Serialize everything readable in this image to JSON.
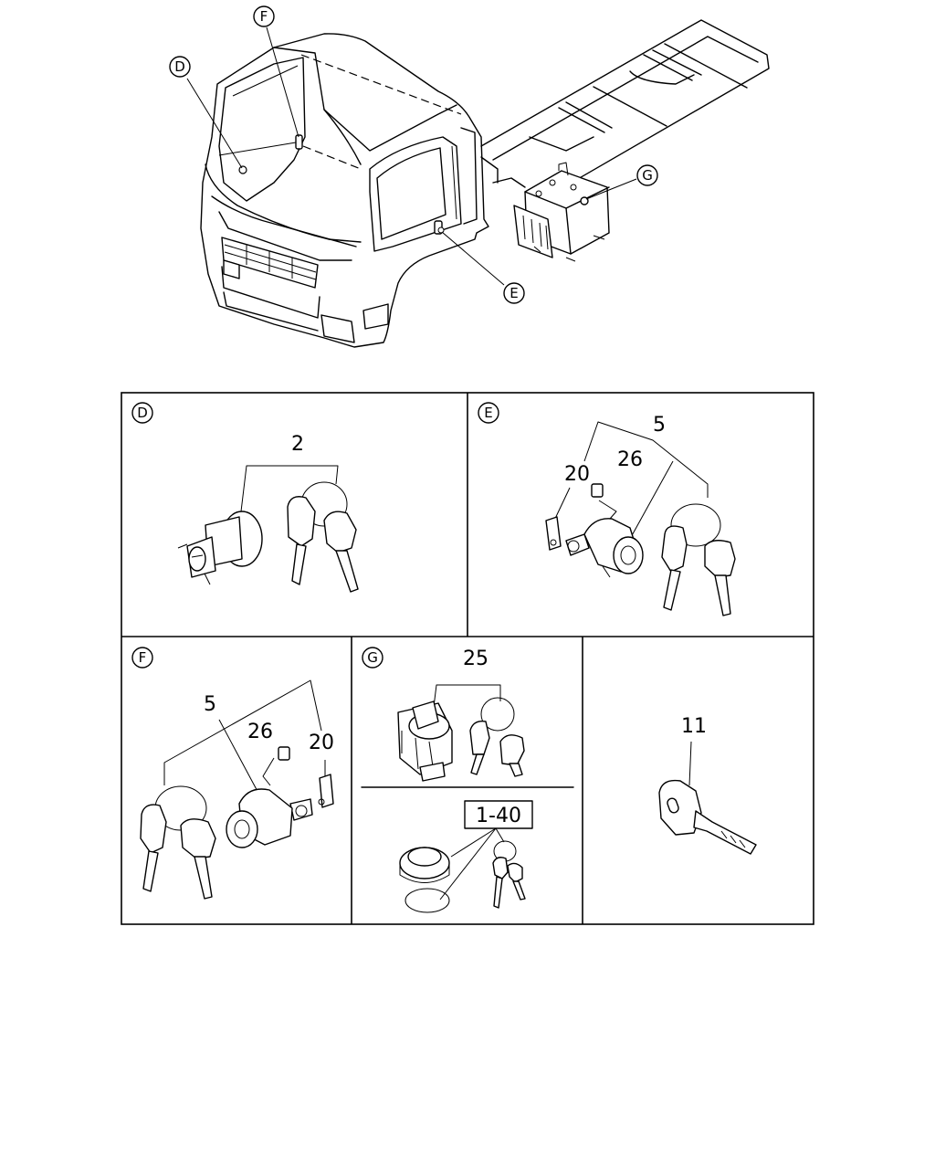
{
  "callouts": {
    "truck_d": "D",
    "truck_e": "E",
    "truck_f": "F",
    "truck_g": "G"
  },
  "panels": {
    "D": {
      "letter": "D",
      "parts": [
        "2"
      ]
    },
    "E": {
      "letter": "E",
      "parts": [
        "5",
        "20",
        "26"
      ]
    },
    "F": {
      "letter": "F",
      "parts": [
        "5",
        "26",
        "20"
      ]
    },
    "G": {
      "letter": "G",
      "parts": [
        "25",
        "1-40"
      ]
    },
    "key": {
      "parts": [
        "11"
      ]
    }
  }
}
